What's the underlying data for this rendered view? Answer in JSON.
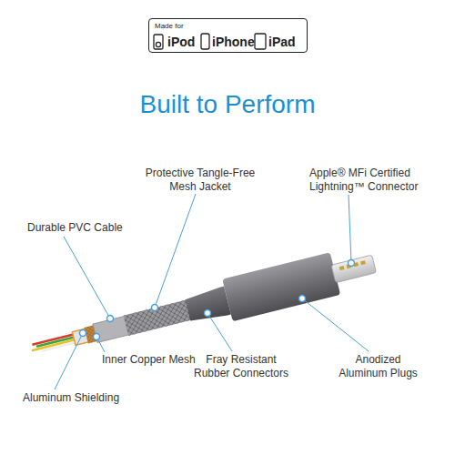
{
  "diagram": {
    "title": "Built to Perform",
    "nodes": [
      {
        "text": [
          "Made for",
          "iPod",
          "iPhone",
          "iPad"
        ]
      }
    ],
    "labels": [
      "Protective Tangle-Free Mesh Jacket",
      "Apple® MFi Certified Lightning™ Connector",
      "Durable PVC Cable",
      "Inner Copper Mesh",
      "Fray Resistant Rubber Connectors",
      "Anodized Aluminum Plugs",
      "Aluminum Shielding"
    ]
  }
}
